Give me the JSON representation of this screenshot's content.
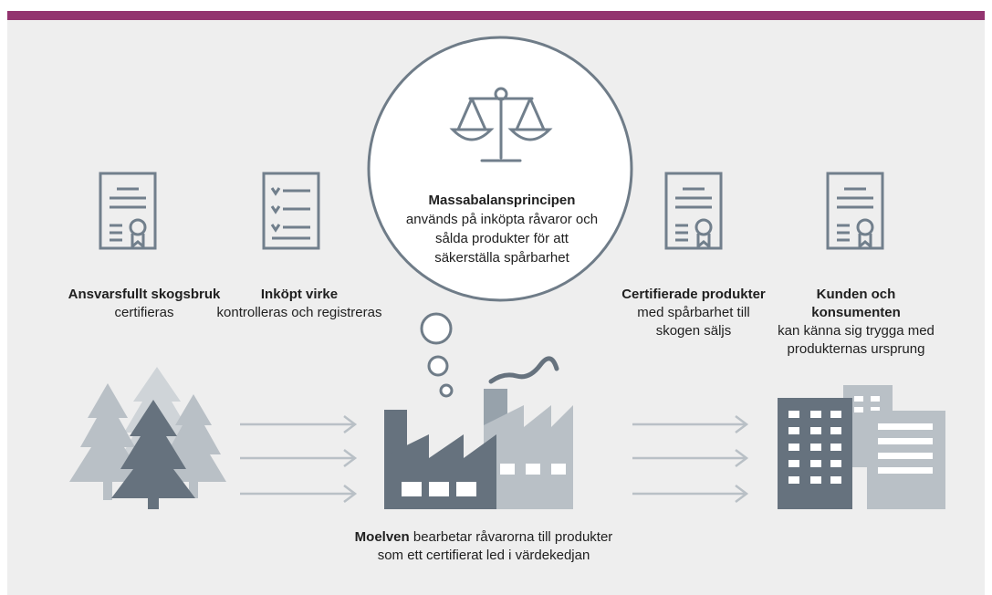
{
  "nodes": {
    "forestry": {
      "title": "Ansvarsfullt skogsbruk",
      "text": "certifieras"
    },
    "timber": {
      "title": "Inköpt virke",
      "text": "kontrolleras och registreras"
    },
    "mass_balance": {
      "title": "Massabalansprincipen",
      "lines": [
        "används på inköpta råvaror och",
        "sålda produkter för att",
        "säkerställa spårbarhet"
      ]
    },
    "certified_products": {
      "title": "Certifierade produkter",
      "lines": [
        "med spårbarhet till",
        "skogen säljs"
      ]
    },
    "customer": {
      "title_lines": [
        "Kunden och",
        "konsumenten"
      ],
      "lines": [
        "kan känna sig trygga med",
        "produkternas ursprung"
      ]
    },
    "moelven": {
      "title": "Moelven",
      "text": "bearbetar råvarorna till produkter",
      "line2": "som ett certifierat led i värdekedjan"
    }
  },
  "icons": [
    "certificate-icon",
    "checklist-icon",
    "scales-icon",
    "certificate-icon",
    "certificate-icon",
    "forest-icon",
    "factory-icon",
    "buildings-icon",
    "arrow-icon"
  ],
  "colors": {
    "accent": "#93346f",
    "background": "#eeeeee",
    "icon_line": "#717f8c",
    "dark": "#66727e",
    "mid": "#97a2ab",
    "light": "#b9c0c6",
    "lighter": "#cfd4d8"
  }
}
